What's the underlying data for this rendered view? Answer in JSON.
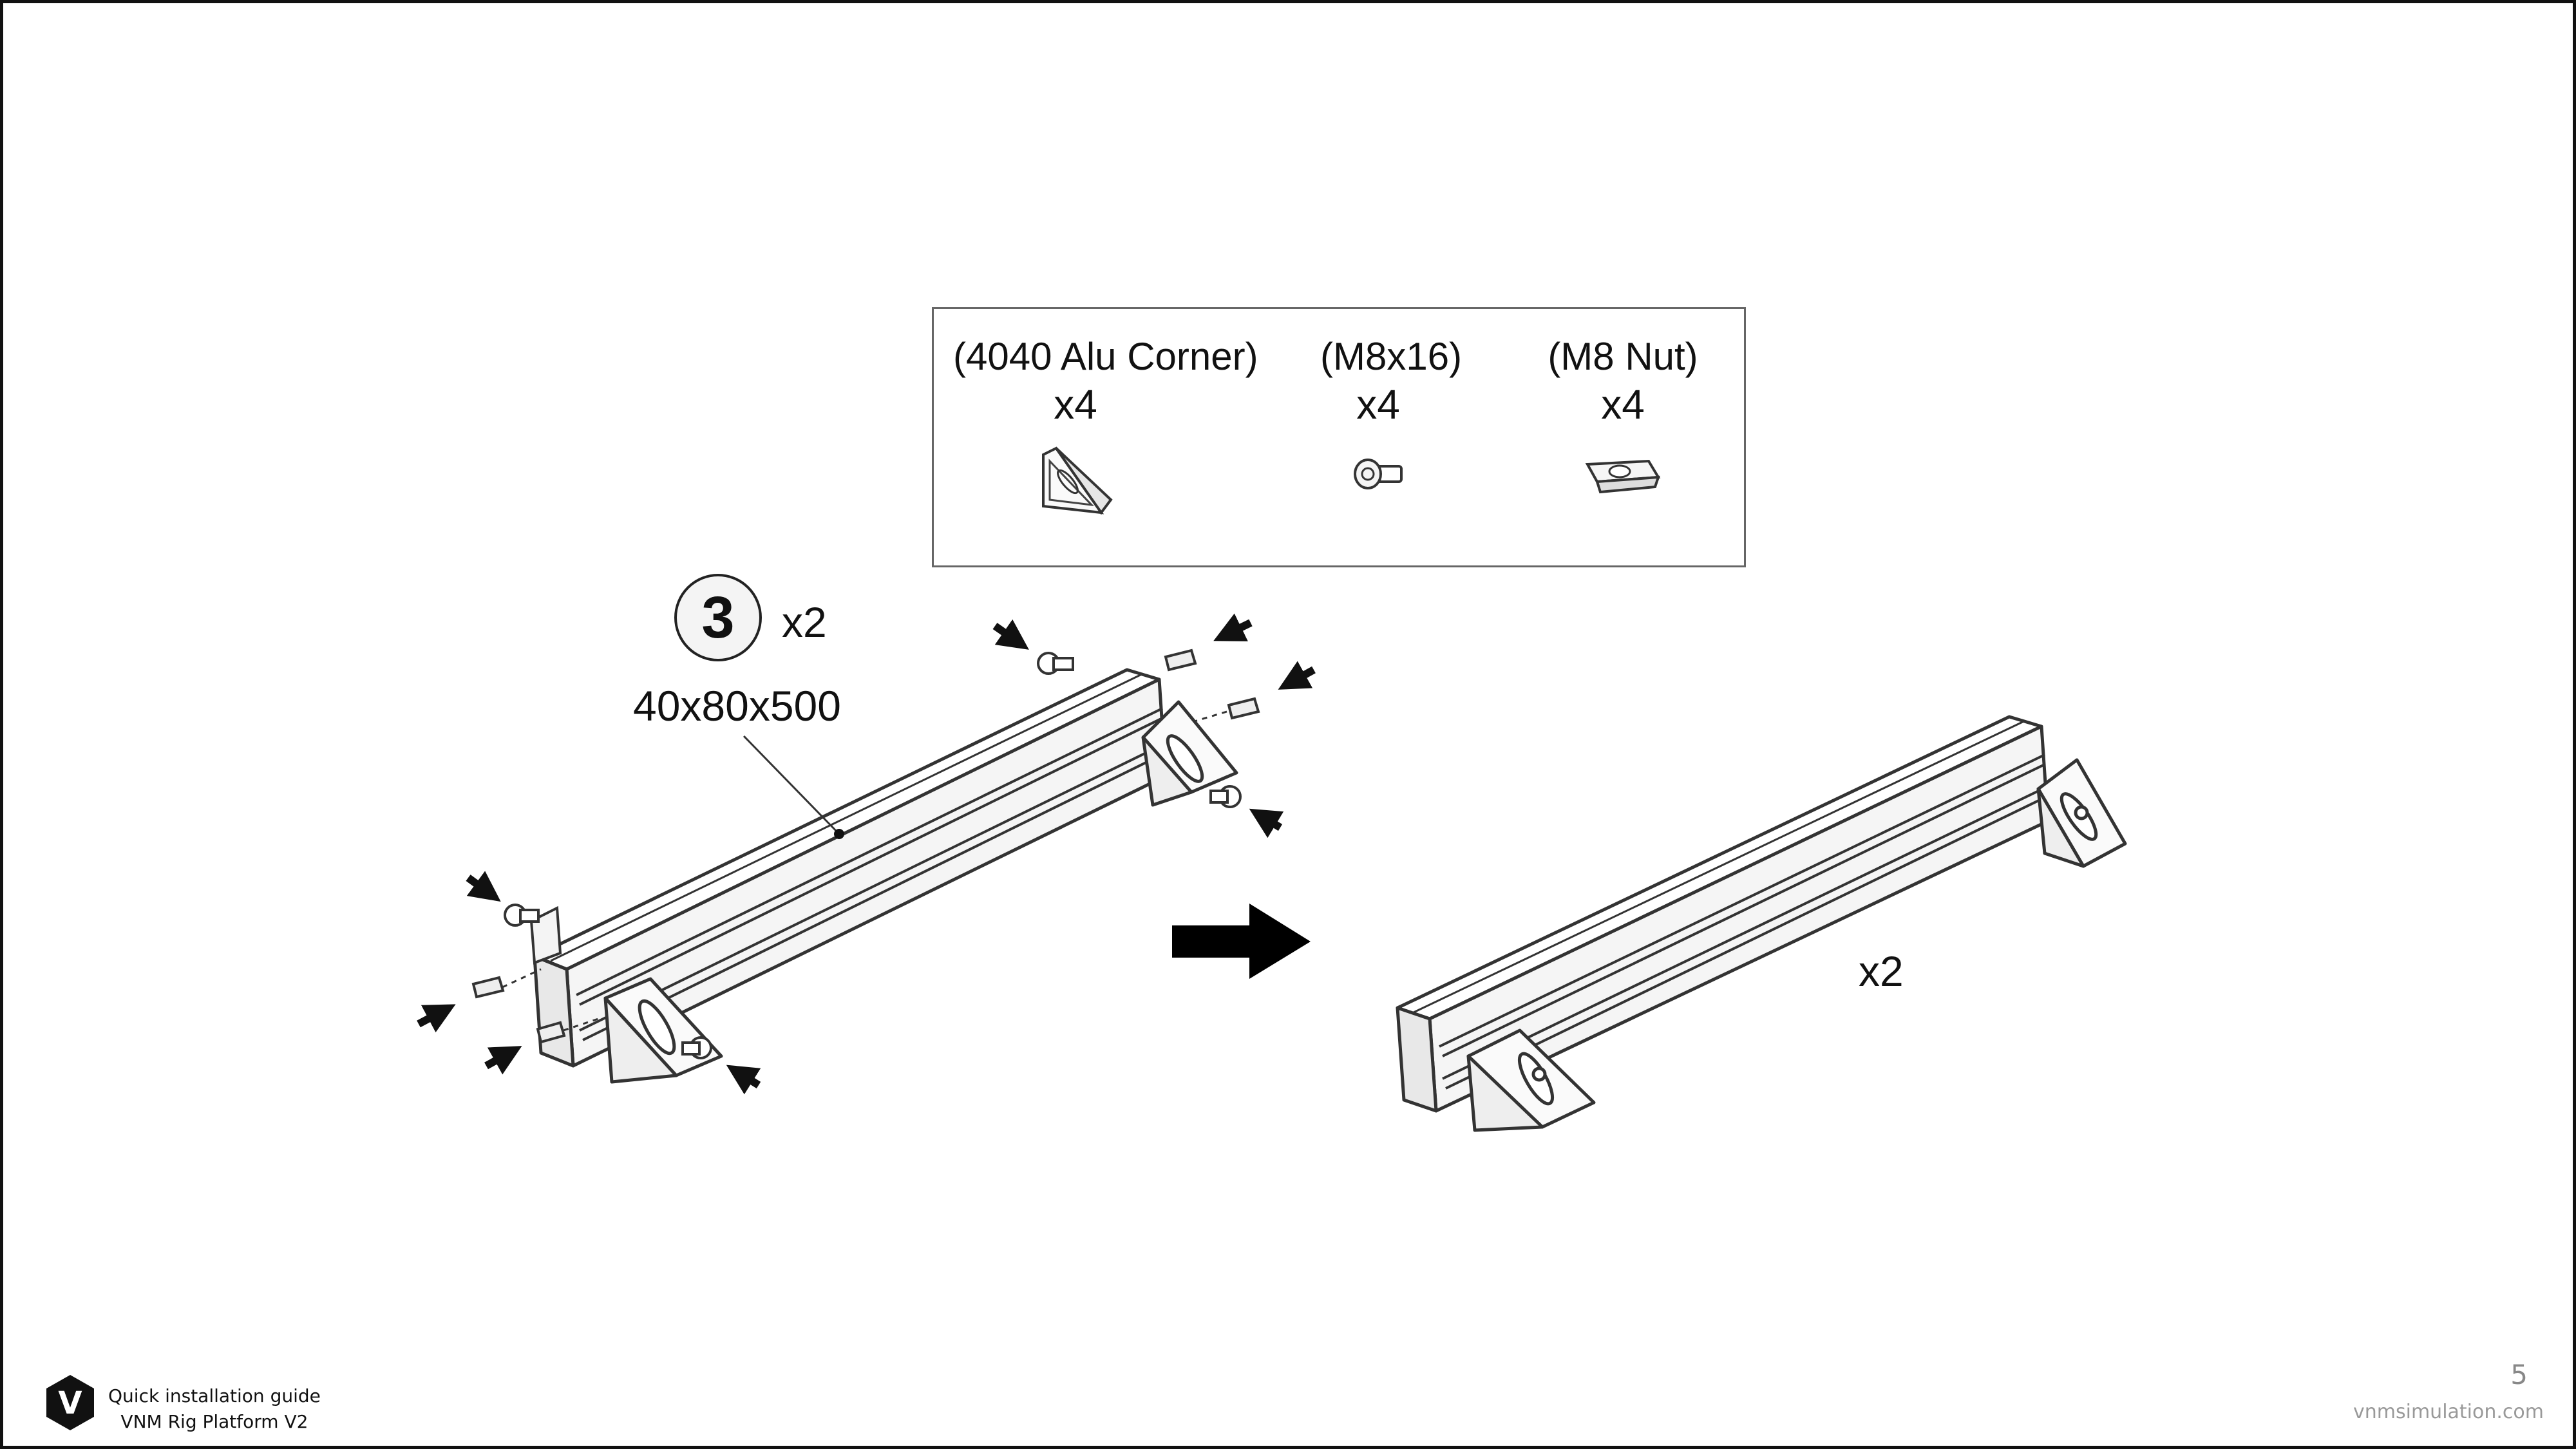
{
  "parts": [
    {
      "name": "(4040 Alu Corner)",
      "qty": "x4",
      "icon": "alu-corner-icon"
    },
    {
      "name": "(M8x16)",
      "qty": "x4",
      "icon": "bolt-icon"
    },
    {
      "name": "(M8 Nut)",
      "qty": "x4",
      "icon": "t-nut-icon"
    }
  ],
  "step": {
    "number": "3",
    "multiplier": "x2",
    "profile": "40x80x500"
  },
  "result": {
    "multiplier": "x2"
  },
  "footer": {
    "line1": "Quick installation guide",
    "line2": "VNM Rig Platform V2",
    "logo_letter": "V",
    "page": "5",
    "site": "vnmsimulation.com"
  }
}
